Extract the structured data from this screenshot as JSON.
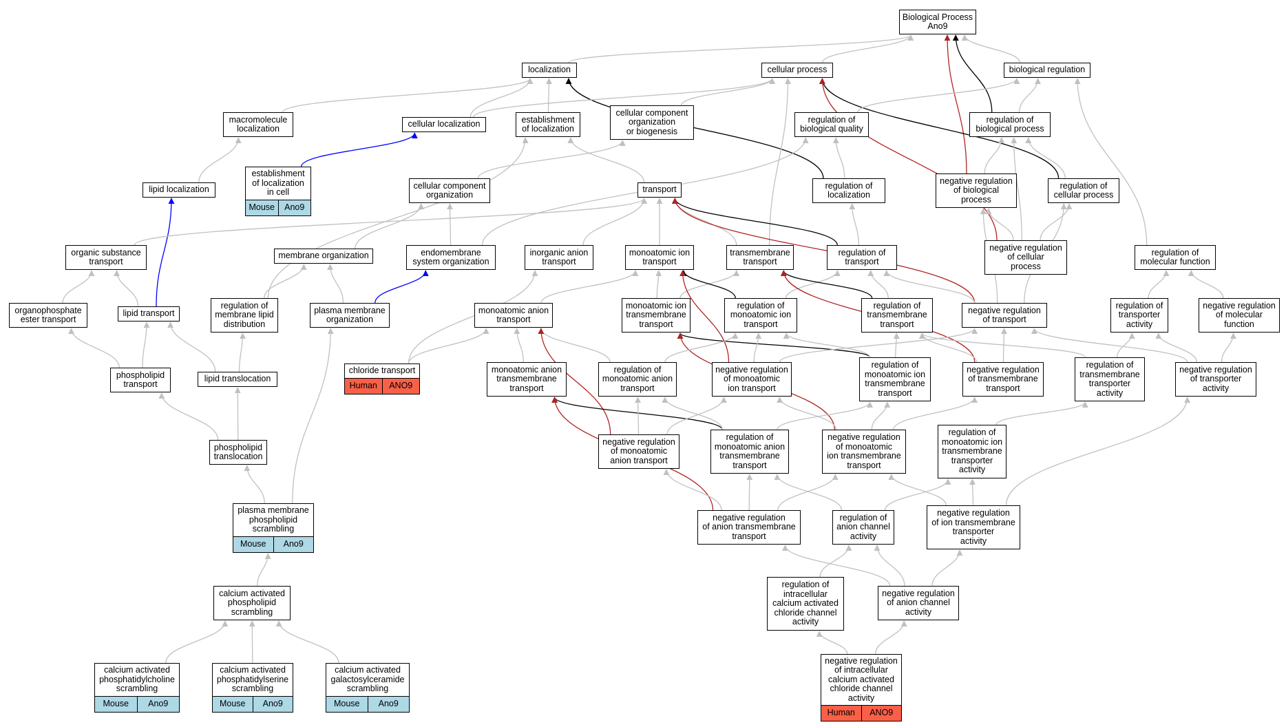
{
  "colors": {
    "gray": "#c0c0c0",
    "black": "#000000",
    "red": "#b22222",
    "blue": "#0000ff",
    "mouse": "#add8e6",
    "human": "#fa5f48"
  },
  "nodes": {
    "bp": {
      "label": "Biological Process\nAno9"
    },
    "loc": {
      "label": "localization"
    },
    "cp": {
      "label": "cellular process"
    },
    "breg": {
      "label": "biological regulation"
    },
    "mml": {
      "label": "macromolecule\nlocalization"
    },
    "cl": {
      "label": "cellular localization"
    },
    "eol": {
      "label": "establishment\nof localization"
    },
    "ccob": {
      "label": "cellular component\norganization\nor biogenesis"
    },
    "rbq": {
      "label": "regulation of\nbiological quality"
    },
    "rbp": {
      "label": "regulation of\nbiological process"
    },
    "eolc": {
      "label": "establishment\nof localization\nin cell",
      "tags": [
        "Mouse",
        "Ano9"
      ]
    },
    "lipl": {
      "label": "lipid localization"
    },
    "cco": {
      "label": "cellular component\norganization"
    },
    "trans": {
      "label": "transport"
    },
    "rol": {
      "label": "regulation of\nlocalization"
    },
    "nrbp": {
      "label": "negative regulation\nof biological\nprocess"
    },
    "rcp": {
      "label": "regulation of\ncellular process"
    },
    "ost": {
      "label": "organic substance\ntransport"
    },
    "mo": {
      "label": "membrane organization"
    },
    "eso": {
      "label": "endomembrane\nsystem organization"
    },
    "iat": {
      "label": "inorganic anion\ntransport"
    },
    "mit": {
      "label": "monoatomic ion\ntransport"
    },
    "tmt": {
      "label": "transmembrane\ntransport"
    },
    "rot": {
      "label": "regulation of\ntransport"
    },
    "nrcp": {
      "label": "negative regulation\nof cellular\nprocess"
    },
    "rmf": {
      "label": "regulation of\nmolecular function"
    },
    "opet": {
      "label": "organophosphate\nester transport"
    },
    "lt": {
      "label": "lipid transport"
    },
    "rmld": {
      "label": "regulation of\nmembrane lipid\ndistribution"
    },
    "pmo": {
      "label": "plasma membrane\norganization"
    },
    "mat": {
      "label": "monoatomic anion\ntransport"
    },
    "mitt": {
      "label": "monoatomic ion\ntransmembrane\ntransport"
    },
    "romit": {
      "label": "regulation of\nmonoatomic ion\ntransport"
    },
    "rott": {
      "label": "regulation of\ntransmembrane\ntransport"
    },
    "nrot": {
      "label": "negative regulation\nof transport"
    },
    "rota": {
      "label": "regulation of\ntransporter\nactivity"
    },
    "nrmf": {
      "label": "negative regulation\nof molecular\nfunction"
    },
    "ct": {
      "label": "chloride transport",
      "tags": [
        "Human",
        "ANO9"
      ]
    },
    "plt": {
      "label": "phospholipid\ntransport"
    },
    "lipt": {
      "label": "lipid translocation"
    },
    "matt": {
      "label": "monoatomic anion\ntransmembrane\ntransport"
    },
    "romat": {
      "label": "regulation of\nmonoatomic anion\ntransport"
    },
    "nromit": {
      "label": "negative regulation\nof monoatomic\nion transport"
    },
    "romitt": {
      "label": "regulation of\nmonoatomic ion\ntransmembrane\ntransport"
    },
    "nrott": {
      "label": "negative regulation\nof transmembrane\ntransport"
    },
    "rotta": {
      "label": "regulation of\ntransmembrane\ntransporter\nactivity"
    },
    "nrota": {
      "label": "negative regulation\nof transporter\nactivity"
    },
    "pltl": {
      "label": "phospholipid\ntranslocation"
    },
    "nromat": {
      "label": "negative regulation\nof monoatomic\nanion transport"
    },
    "romatt": {
      "label": "regulation of\nmonoatomic anion\ntransmembrane\ntransport"
    },
    "nromitt": {
      "label": "negative regulation\nof monoatomic\nion transmembrane\ntransport"
    },
    "romitta": {
      "label": "regulation of\nmonoatomic ion\ntransmembrane\ntransporter\nactivity"
    },
    "pmps": {
      "label": "plasma membrane\nphospholipid\nscrambling",
      "tags": [
        "Mouse",
        "Ano9"
      ]
    },
    "nratt": {
      "label": "negative regulation\nof anion transmembrane\ntransport"
    },
    "roaca": {
      "label": "regulation of\nanion channel\nactivity"
    },
    "nritta": {
      "label": "negative regulation\nof ion transmembrane\ntransporter\nactivity"
    },
    "caps": {
      "label": "calcium activated\nphospholipid\nscrambling"
    },
    "ricacca": {
      "label": "regulation of\nintracellular\ncalcium activated\nchloride channel\nactivity"
    },
    "nraca": {
      "label": "negative regulation\nof anion channel\nactivity"
    },
    "capcs": {
      "label": "calcium activated\nphosphatidylcholine\nscrambling",
      "tags": [
        "Mouse",
        "Ano9"
      ]
    },
    "capss": {
      "label": "calcium activated\nphosphatidylserine\nscrambling",
      "tags": [
        "Mouse",
        "Ano9"
      ]
    },
    "cagcs": {
      "label": "calcium activated\ngalactosylceramide\nscrambling",
      "tags": [
        "Mouse",
        "Ano9"
      ]
    },
    "nricacca": {
      "label": "negative regulation\nof intracellular\ncalcium activated\nchloride channel\nactivity",
      "tags": [
        "Human",
        "ANO9"
      ]
    }
  }
}
